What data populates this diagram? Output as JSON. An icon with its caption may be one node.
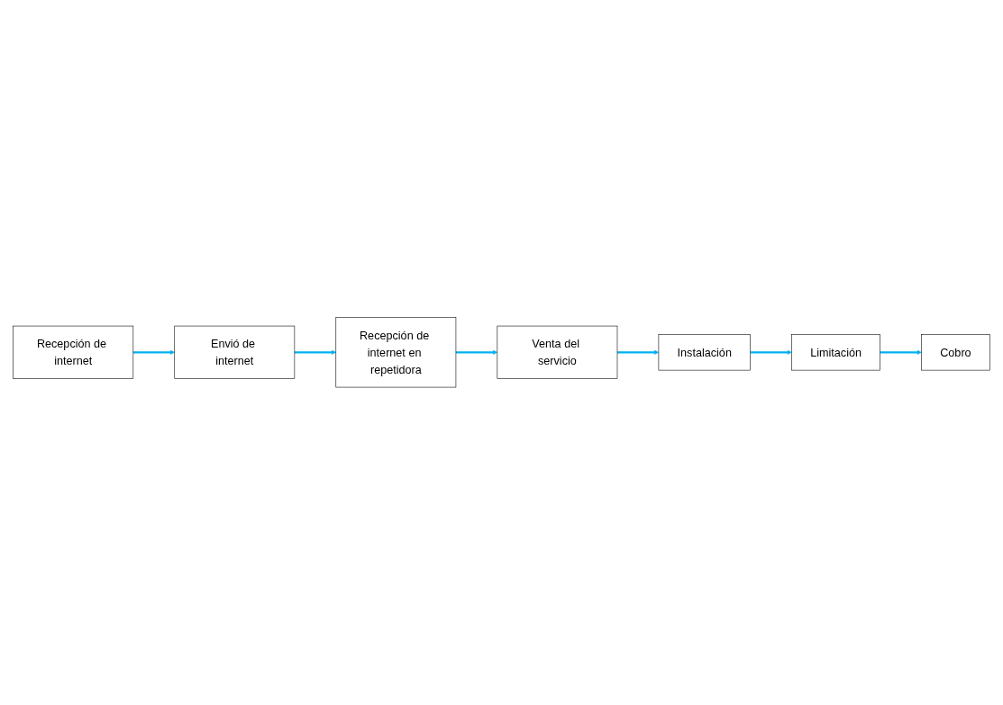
{
  "diagram": {
    "nodes": [
      {
        "text": [
          "Recepción de internet"
        ]
      },
      {
        "text": [
          "Envió de internet"
        ]
      },
      {
        "text": [
          "Recepción de internet en repetidora"
        ]
      },
      {
        "text": [
          "Venta del servicio"
        ]
      },
      {
        "text": [
          "Instalación"
        ]
      },
      {
        "text": [
          "Limitación"
        ]
      },
      {
        "text": [
          "Cobro"
        ]
      }
    ],
    "edges": [
      {
        "from": 0,
        "to": 1,
        "arrow": "to"
      },
      {
        "from": 1,
        "to": 2,
        "arrow": "to"
      },
      {
        "from": 2,
        "to": 3,
        "arrow": "to"
      },
      {
        "from": 3,
        "to": 4,
        "arrow": "to"
      },
      {
        "from": 4,
        "to": 5,
        "arrow": "to"
      },
      {
        "from": 5,
        "to": 6,
        "arrow": "to"
      }
    ]
  }
}
